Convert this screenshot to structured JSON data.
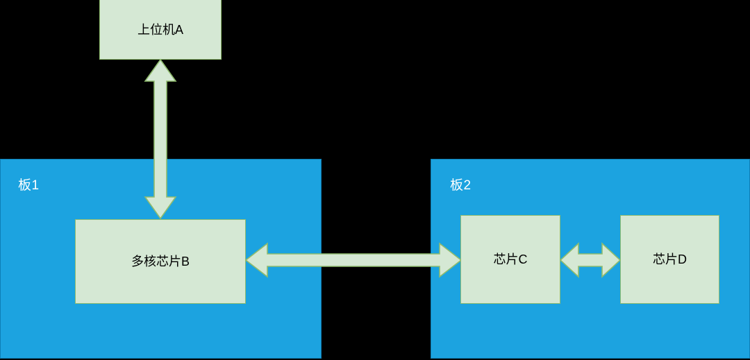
{
  "diagram": {
    "title": "board-chip-topology",
    "background_color": "#000000",
    "node_fill": "#D5E8D4",
    "node_stroke": "#8FBC6E",
    "board_fill": "#1CA3E0",
    "board_label_color": "#FFFFFF",
    "node_label_color": "#000000"
  },
  "boards": [
    {
      "id": "board1",
      "label": "板1"
    },
    {
      "id": "board2",
      "label": "板2"
    }
  ],
  "nodes": [
    {
      "id": "host",
      "label": "上位机A"
    },
    {
      "id": "chipB",
      "label": "多核芯片B"
    },
    {
      "id": "chipC",
      "label": "芯片C"
    },
    {
      "id": "chipD",
      "label": "芯片D"
    }
  ],
  "connectors": [
    {
      "id": "host-to-chipB",
      "from": "上位机A",
      "to": "多核芯片B",
      "direction": "bidirectional",
      "orientation": "vertical"
    },
    {
      "id": "chipB-to-chipC",
      "from": "多核芯片B",
      "to": "芯片C",
      "direction": "bidirectional",
      "orientation": "horizontal"
    },
    {
      "id": "chipC-to-chipD",
      "from": "芯片C",
      "to": "芯片D",
      "direction": "bidirectional",
      "orientation": "horizontal"
    }
  ]
}
